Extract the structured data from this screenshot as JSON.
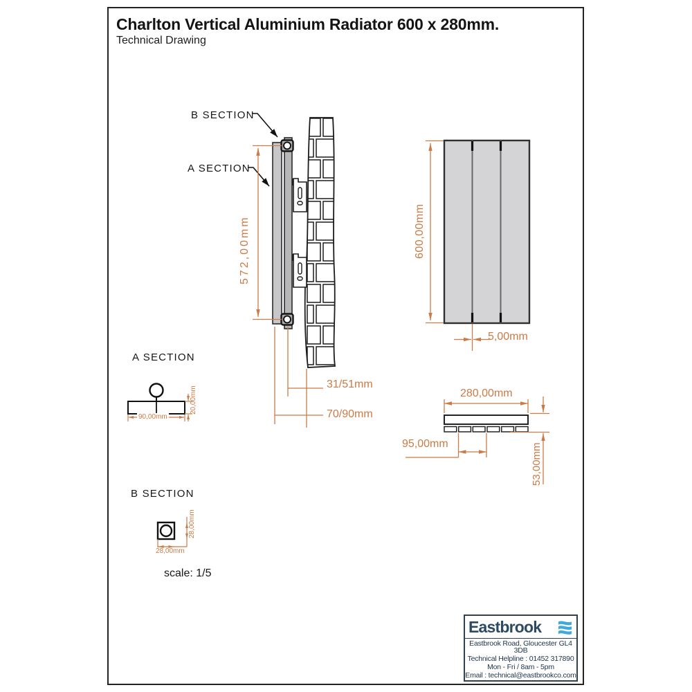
{
  "title": "Charlton Vertical Aluminium Radiator 600 x 280mm.",
  "subtitle": "Technical Drawing",
  "colors": {
    "dimension_orange": "#cb7b46",
    "line_black": "#1b1b1b",
    "panel_gray": "#d4d4d6",
    "logo_navy": "#2d4a63",
    "logo_icon_blue": "#3fa9dc"
  },
  "side_view": {
    "b_section_label": "B SECTION",
    "a_section_label": "A SECTION",
    "height_dim": "572,00mm",
    "pipe_centre_to_wall_dim": "31/51mm",
    "face_to_wall_dim": "70/90mm"
  },
  "front_view": {
    "height_dim": "600,00mm",
    "panel_gap_dim": "5,00mm"
  },
  "bottom_view": {
    "width_dim": "280,00mm",
    "panel_pitch_dim": "95,00mm",
    "depth_dim": "53,00mm"
  },
  "a_section_detail": {
    "label": "A SECTION",
    "width_dim": "90,00mm",
    "height_dim": "20,00mm"
  },
  "b_section_detail": {
    "label": "B SECTION",
    "width_dim": "28,00mm",
    "height_dim": "28,00mm"
  },
  "scale_note": "scale: 1/5",
  "footer": {
    "brand": "Eastbrook",
    "address": "Eastbrook Road, Gloucester GL4 3DB",
    "helpline": "Technical Helpline : 01452 317890",
    "hours": "Mon - Fri / 8am - 5pm",
    "email": "Email : technical@eastbrookco.com"
  }
}
